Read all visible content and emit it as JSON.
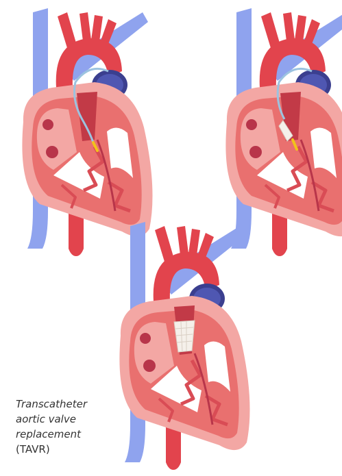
{
  "colors": {
    "vein": "#8fa3ee",
    "artery": "#e2444d",
    "heart_outer": "#f3a7a4",
    "heart_inner": "#e9706f",
    "muscle": "#d94c55",
    "chamber_dark": "#c23a47",
    "pulmonary": "#4f57b2",
    "catheter": "#9cc3e0",
    "valve_device": "#f5f0ea",
    "tip": "#f2c21b"
  },
  "stages": [
    {
      "id": "catheter-insertion",
      "icon": "heart-with-catheter"
    },
    {
      "id": "valve-positioning",
      "icon": "heart-with-valve-in-delivery"
    },
    {
      "id": "valve-deployed",
      "icon": "heart-with-deployed-valve"
    }
  ],
  "caption": {
    "line1": "Transcatheter",
    "line2": "aortic valve",
    "line3": "replacement",
    "abbreviation": "(TAVR)"
  }
}
